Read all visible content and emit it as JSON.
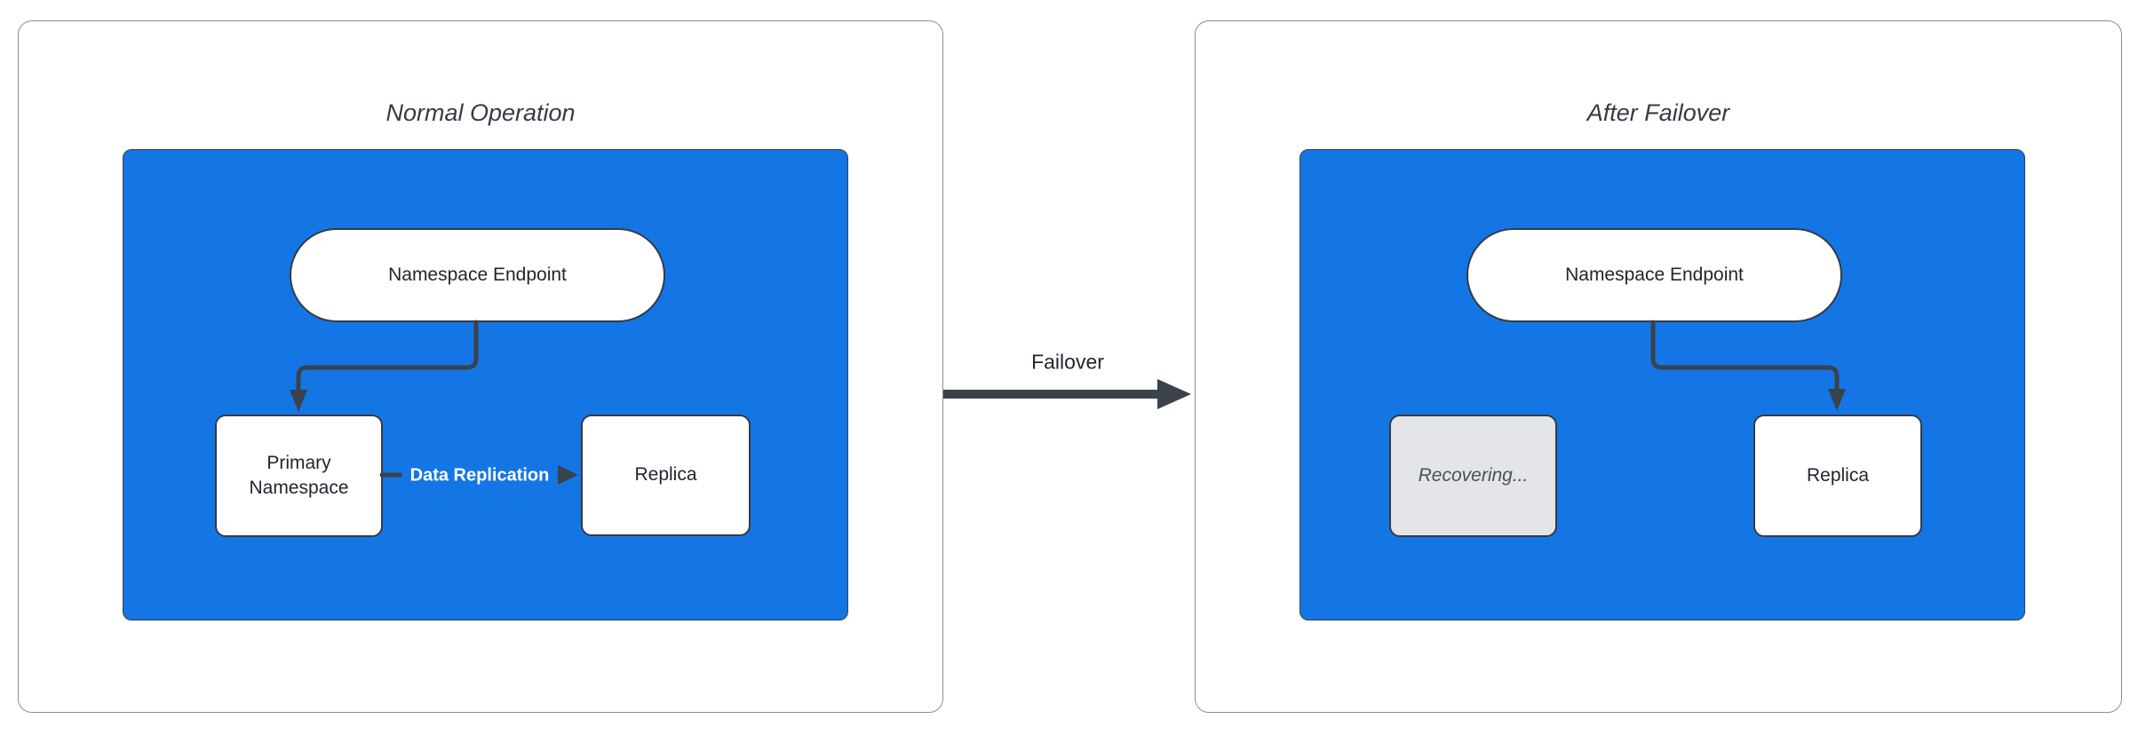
{
  "diagram": {
    "type": "flowchart",
    "panels": [
      {
        "title": "Normal Operation",
        "endpoint": "Namespace Endpoint",
        "nodes": [
          {
            "label": "Primary Namespace"
          },
          {
            "label": "Replica"
          }
        ],
        "edge_label": "Data Replication"
      },
      {
        "title": "After Failover",
        "endpoint": "Namespace Endpoint",
        "nodes": [
          {
            "label": "Recovering..."
          },
          {
            "label": "Replica"
          }
        ]
      }
    ],
    "transition_label": "Failover"
  },
  "colors": {
    "container_fill": "#1476E4",
    "arrow_color": "#3A424C",
    "node_border": "#343B44",
    "panel_border": "#8B8F96",
    "recovering_fill": "#E3E5E8",
    "recovering_text": "#4A515C",
    "title_color": "#363C46",
    "node_text": "#21262E",
    "edge_label_color": "#FFFFFF"
  }
}
